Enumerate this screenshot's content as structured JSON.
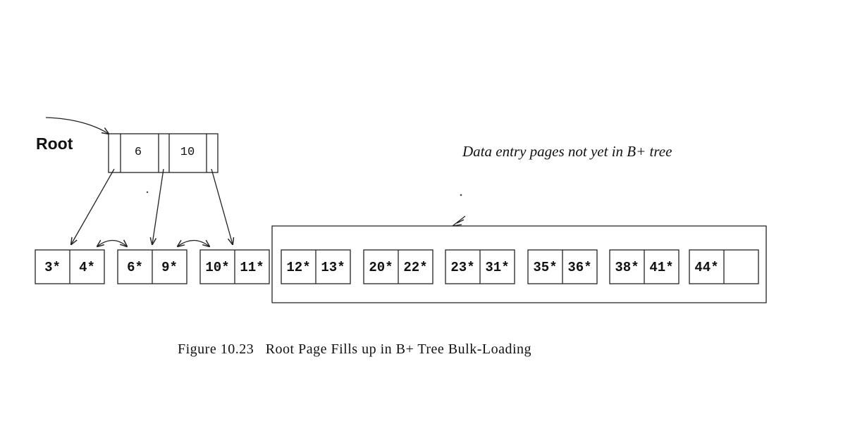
{
  "root_label": "Root",
  "root_node": {
    "keys": [
      "6",
      "10"
    ]
  },
  "pending_label": "Data entry pages not yet in B+ tree",
  "leaves": [
    [
      "3*",
      "4*"
    ],
    [
      "6*",
      "9*"
    ],
    [
      "10*",
      "11*"
    ],
    [
      "12*",
      "13*"
    ],
    [
      "20*",
      "22*"
    ],
    [
      "23*",
      "31*"
    ],
    [
      "35*",
      "36*"
    ],
    [
      "38*",
      "41*"
    ],
    [
      "44*",
      ""
    ]
  ],
  "caption": "Figure 10.23   Root Page Fills up in B+ Tree Bulk-Loading"
}
